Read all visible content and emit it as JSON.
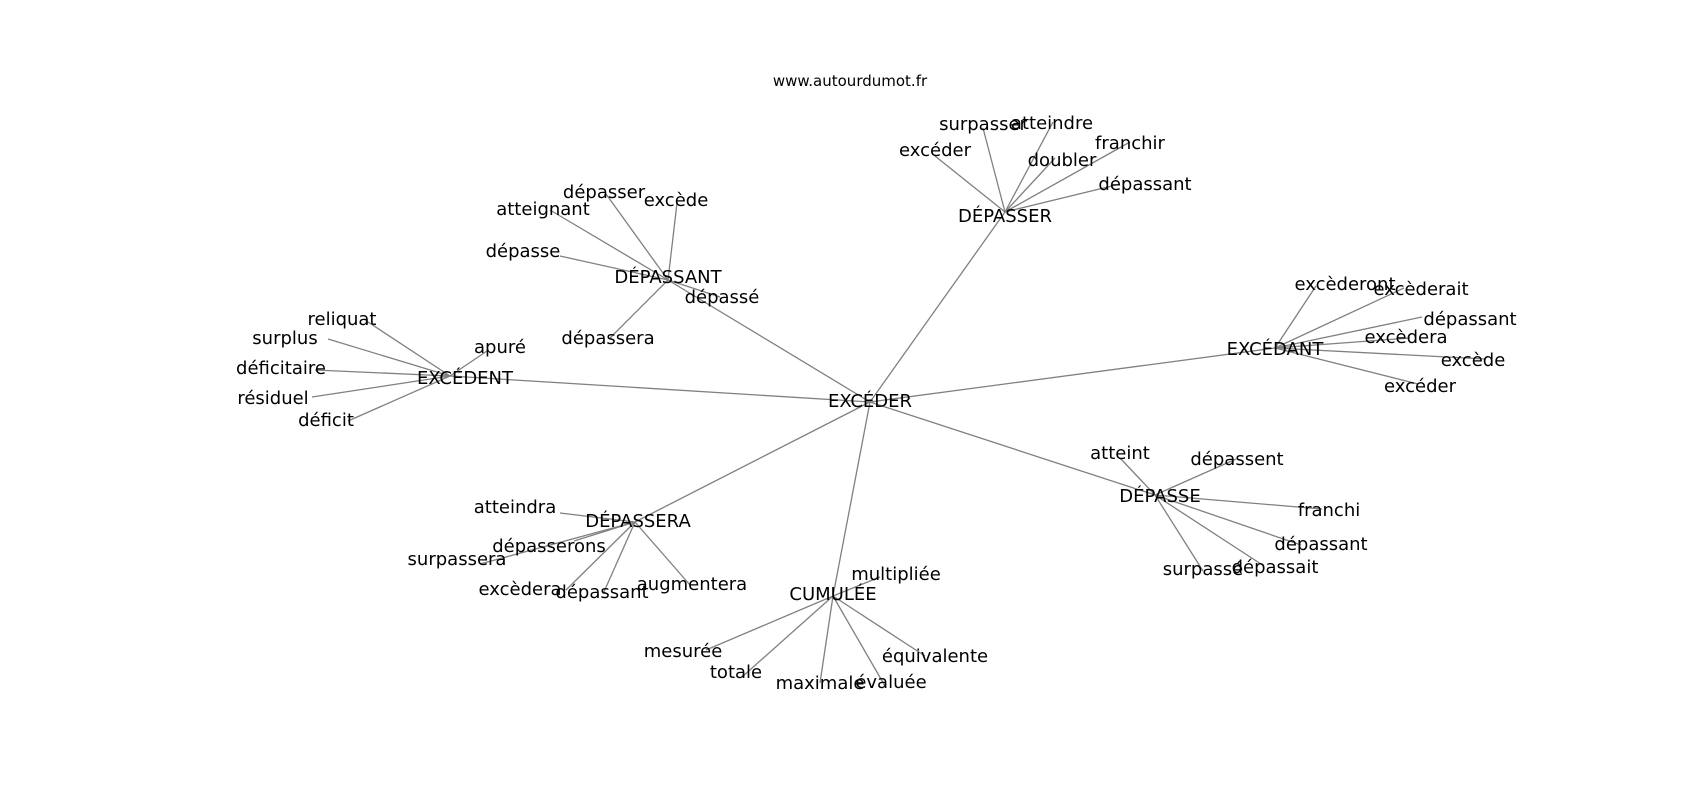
{
  "source": "www.autourdumot.fr",
  "graph": {
    "center": "EXCÉDER",
    "hubs": [
      {
        "id": "depasser",
        "label": "DÉPASSER",
        "leaves": [
          "surpasser",
          "atteindre",
          "excéder",
          "doubler",
          "franchir",
          "dépassant"
        ]
      },
      {
        "id": "depassant",
        "label": "DÉPASSANT",
        "leaves": [
          "dépasser",
          "excède",
          "atteignant",
          "dépasse",
          "dépassé",
          "dépassera"
        ]
      },
      {
        "id": "excedent",
        "label": "EXCÉDENT",
        "leaves": [
          "reliquat",
          "surplus",
          "apuré",
          "déficitaire",
          "résiduel",
          "déficit"
        ]
      },
      {
        "id": "excedant",
        "label": "EXCÉDANT",
        "leaves": [
          "excèderont",
          "excèderait",
          "dépassant",
          "excèdera",
          "excède",
          "excéder"
        ]
      },
      {
        "id": "depasse",
        "label": "DÉPASSE",
        "leaves": [
          "atteint",
          "dépassent",
          "franchi",
          "dépassant",
          "surpassé",
          "dépassait"
        ]
      },
      {
        "id": "depassera",
        "label": "DÉPASSERA",
        "leaves": [
          "atteindra",
          "dépasserons",
          "surpassera",
          "excèdera",
          "dépassant",
          "augmentera"
        ]
      },
      {
        "id": "cumulee",
        "label": "CUMULÉE",
        "leaves": [
          "multipliée",
          "mesurée",
          "équivalente",
          "totale",
          "évaluée",
          "maximale"
        ]
      }
    ]
  }
}
